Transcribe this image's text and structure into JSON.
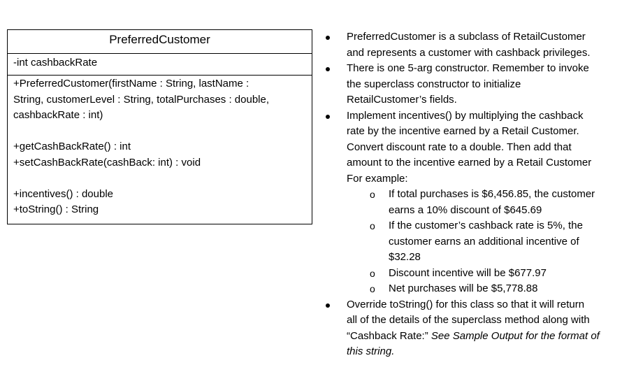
{
  "uml": {
    "class_name": "PreferredCustomer",
    "attributes": [
      "-int cashbackRate"
    ],
    "methods": [
      "+PreferredCustomer(firstName : String, lastName :",
      "String, customerLevel : String, totalPurchases : double,",
      "cashbackRate : int)",
      "",
      "+getCashBackRate() : int",
      "+setCashBackRate(cashBack: int) : void",
      "",
      "+incentives() : double",
      "+toString() : String"
    ]
  },
  "notes": {
    "b1": [
      "PreferredCustomer is a subclass of RetailCustomer",
      "and represents a customer with cashback privileges."
    ],
    "b2": [
      "There is one 5-arg constructor.  Remember to invoke",
      "the superclass constructor to initialize",
      "RetailCustomer’s fields."
    ],
    "b3": [
      "Implement incentives() by multiplying the cashback",
      "rate by the incentive earned by a Retail Customer.",
      "Convert discount rate to a double. Then add that",
      "amount to the incentive earned by a Retail Customer",
      "For example:"
    ],
    "sub_marker": "o",
    "s1": [
      "If total purchases is $6,456.85, the customer",
      "earns a 10% discount of $645.69"
    ],
    "s2": [
      "If the customer’s cashback rate is 5%, the",
      "customer earns an additional incentive of",
      "$32.28"
    ],
    "s3": [
      "Discount incentive will be $677.97"
    ],
    "s4": [
      "Net purchases will be $5,778.88"
    ],
    "b4": [
      "Override toString() for this class so that it will return",
      "all of the details of the superclass method along with",
      "“Cashback Rate:”  "
    ],
    "b4_italic": [
      "See Sample Output for the format of",
      "this string."
    ]
  }
}
